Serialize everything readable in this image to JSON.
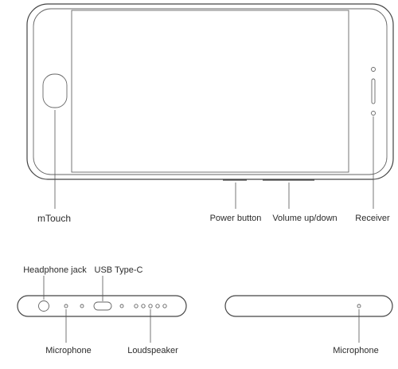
{
  "labels": {
    "mtouch": "mTouch",
    "power_button": "Power button",
    "volume": "Volume up/down",
    "receiver": "Receiver",
    "headphone_jack": "Headphone jack",
    "usb": "USB Type-C",
    "microphone_left": "Microphone",
    "loudspeaker": "Loudspeaker",
    "microphone_right": "Microphone"
  },
  "colors": {
    "outline": "#444444",
    "text": "#2b2b2b"
  }
}
